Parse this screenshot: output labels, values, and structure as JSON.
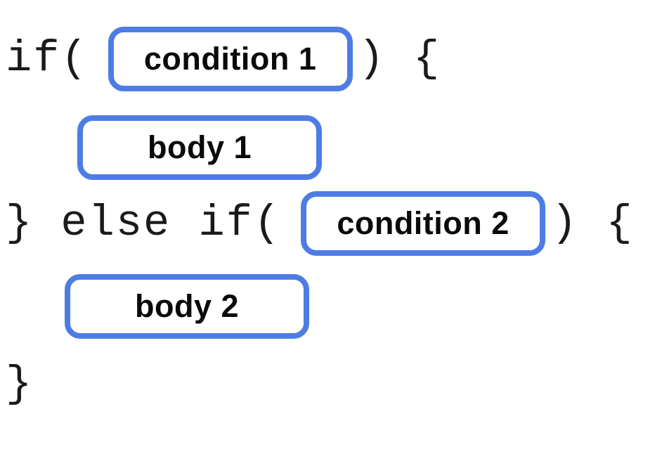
{
  "colors": {
    "slot_border_blue": "#4d7de4",
    "code_text": "#1a1a1a",
    "label_text": "#0a0a0a",
    "background": "#ffffff"
  },
  "code": {
    "if_prefix": "if(",
    "if_suffix": ") {",
    "elseif_prefix": "} else if(",
    "elseif_suffix": ") {",
    "closing_brace": "}"
  },
  "slots": {
    "condition1": {
      "label": "condition 1"
    },
    "body1": {
      "label": "body 1"
    },
    "condition2": {
      "label": "condition 2"
    },
    "body2": {
      "label": "body 2"
    }
  }
}
